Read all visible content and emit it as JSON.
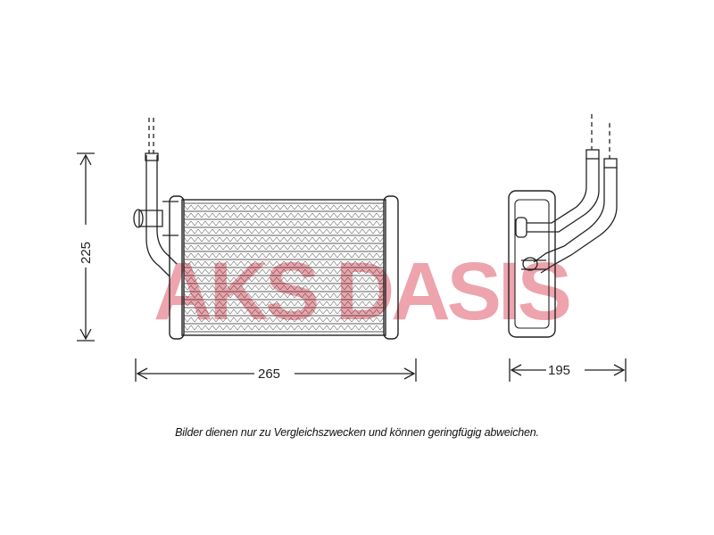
{
  "dimensions": {
    "height": "225",
    "width": "265",
    "depth": "195"
  },
  "caption": "Bilder dienen nur zu Vergleichszwecken und können geringfügig abweichen.",
  "watermark": {
    "text": "AKS DASIS",
    "color": "#e05a6a"
  },
  "colors": {
    "line": "#222222",
    "watermark": "#e05a6a"
  }
}
